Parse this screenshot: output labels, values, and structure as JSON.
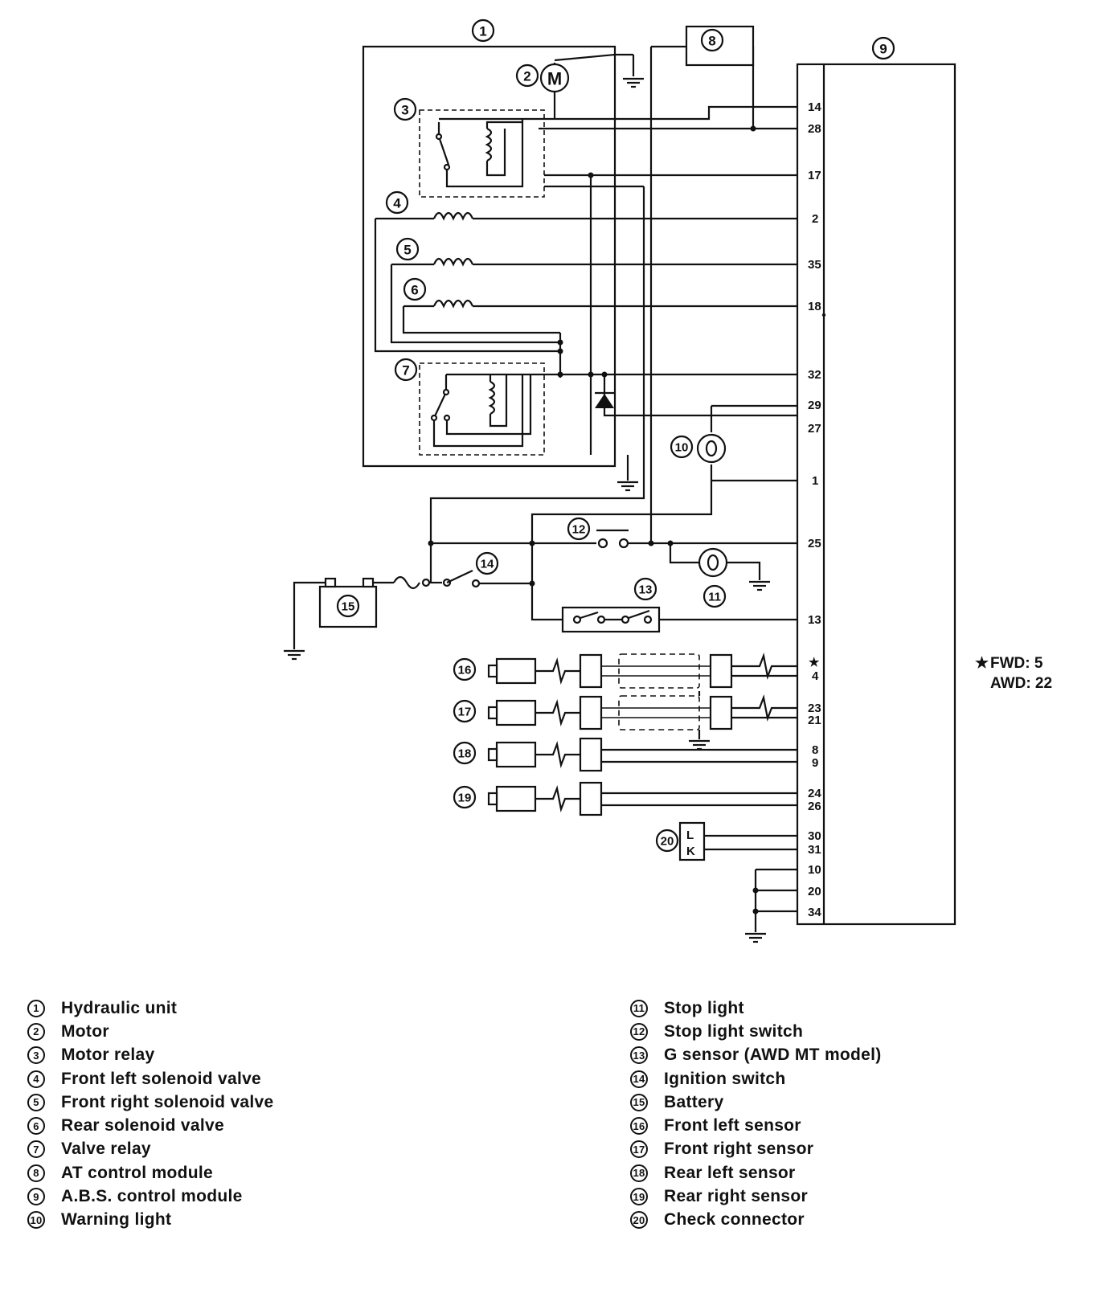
{
  "diagram": {
    "components": {
      "hydraulic_unit": "1",
      "motor": "2",
      "motor_relay": "3",
      "front_left_solenoid": "4",
      "front_right_solenoid": "5",
      "rear_solenoid": "6",
      "valve_relay": "7",
      "at_module": "8",
      "abs_module": "9",
      "warning_light": "10",
      "stop_light": "11",
      "stop_light_switch": "12",
      "g_sensor": "13",
      "ignition_switch": "14",
      "battery": "15",
      "front_left_sensor": "16",
      "front_right_sensor": "17",
      "rear_left_sensor": "18",
      "rear_right_sensor": "19",
      "check_connector": "20"
    },
    "motor_symbol": "M",
    "check_connector_pins": [
      "L",
      "K"
    ],
    "pins": [
      "14",
      "28",
      "17",
      "2",
      "35",
      "18",
      "32",
      "29",
      "27",
      "1",
      "25",
      "13",
      "★",
      "4",
      "23",
      "21",
      "8",
      "9",
      "24",
      "26",
      "30",
      "31",
      "10",
      "20",
      "34"
    ],
    "note": {
      "star": "★",
      "line1": "FWD: 5",
      "line2": "AWD: 22"
    }
  },
  "legend": {
    "left": [
      {
        "num": "1",
        "label": "Hydraulic unit"
      },
      {
        "num": "2",
        "label": "Motor"
      },
      {
        "num": "3",
        "label": "Motor relay"
      },
      {
        "num": "4",
        "label": "Front left solenoid valve"
      },
      {
        "num": "5",
        "label": "Front right solenoid valve"
      },
      {
        "num": "6",
        "label": "Rear solenoid valve"
      },
      {
        "num": "7",
        "label": "Valve relay"
      },
      {
        "num": "8",
        "label": "AT control module"
      },
      {
        "num": "9",
        "label": "A.B.S. control module"
      },
      {
        "num": "10",
        "label": "Warning light"
      }
    ],
    "right": [
      {
        "num": "11",
        "label": "Stop light"
      },
      {
        "num": "12",
        "label": "Stop light switch"
      },
      {
        "num": "13",
        "label": "G sensor (AWD MT model)"
      },
      {
        "num": "14",
        "label": "Ignition switch"
      },
      {
        "num": "15",
        "label": "Battery"
      },
      {
        "num": "16",
        "label": "Front left sensor"
      },
      {
        "num": "17",
        "label": "Front right sensor"
      },
      {
        "num": "18",
        "label": "Rear left sensor"
      },
      {
        "num": "19",
        "label": "Rear right sensor"
      },
      {
        "num": "20",
        "label": "Check connector"
      }
    ]
  }
}
